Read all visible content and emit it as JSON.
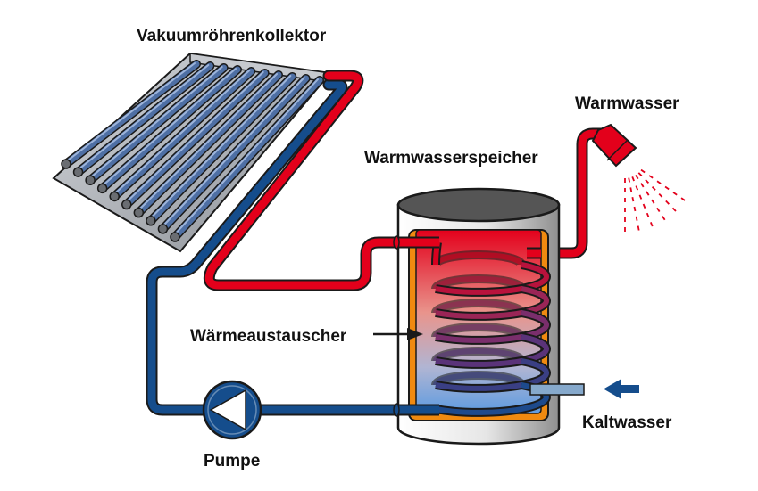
{
  "labels": {
    "collector": "Vakuumröhrenkollektor",
    "hot_water_outlet": "Warmwasser",
    "tank": "Warmwasserspeicher",
    "heat_exchanger": "Wärmeaustauscher",
    "cold_water_inlet": "Kaltwasser",
    "pump": "Pumpe"
  },
  "colors": {
    "hot_pipe": "#e3001b",
    "cold_pipe": "#154d8c",
    "outline": "#1a1a1a",
    "insulation": "#f08a10",
    "tank_shell": "#e4e4e4",
    "tank_lid": "#555555",
    "cold_water_pipe": "#86a9cc",
    "collector_frame": "#aeb1b6",
    "vacuum_tube": "#4e6fa4",
    "spray": "#e3001b"
  },
  "icons": {
    "pump": "pump-triangle-icon",
    "shower": "shower-head-icon",
    "pointer_arrow": "arrow-right-icon",
    "inflow_arrow": "arrow-left-icon"
  }
}
